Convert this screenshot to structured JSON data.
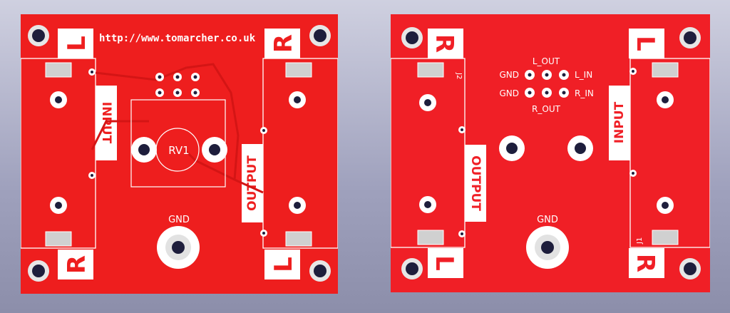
{
  "boards": [
    {
      "side": "front",
      "url_text": "http://www.tomarcher.co.uk",
      "corner_labels": {
        "top_left": "L",
        "top_right": "R",
        "bottom_left": "R",
        "bottom_right": "L"
      },
      "input_label": "INPUT",
      "output_label": "OUTPUT",
      "pot_label": "RV1",
      "gnd_label": "GND",
      "colors": {
        "board": "#ee1e1e",
        "pad": "#ffffff",
        "hole": "#e6e6e6",
        "label_bg": "#ffffff",
        "label_text": "#ee1e1e"
      }
    },
    {
      "side": "back",
      "corner_labels": {
        "top_left": "R",
        "top_right": "L",
        "bottom_left": "L",
        "bottom_right": "R"
      },
      "input_label": "INPUT",
      "output_label": "OUTPUT",
      "gnd_label": "GND",
      "ref_j1": "J1",
      "ref_j2": "J2",
      "pin_labels": {
        "l_out": "L_OUT",
        "r_out": "R_OUT",
        "l_in": "L_IN",
        "r_in": "R_IN",
        "gnd_top": "GND",
        "gnd_bottom": "GND"
      },
      "colors": {
        "board": "#f01f26",
        "pad": "#ffffff",
        "hole": "#e6e6e6",
        "label_bg": "#ffffff",
        "label_text": "#f01f26"
      }
    }
  ]
}
